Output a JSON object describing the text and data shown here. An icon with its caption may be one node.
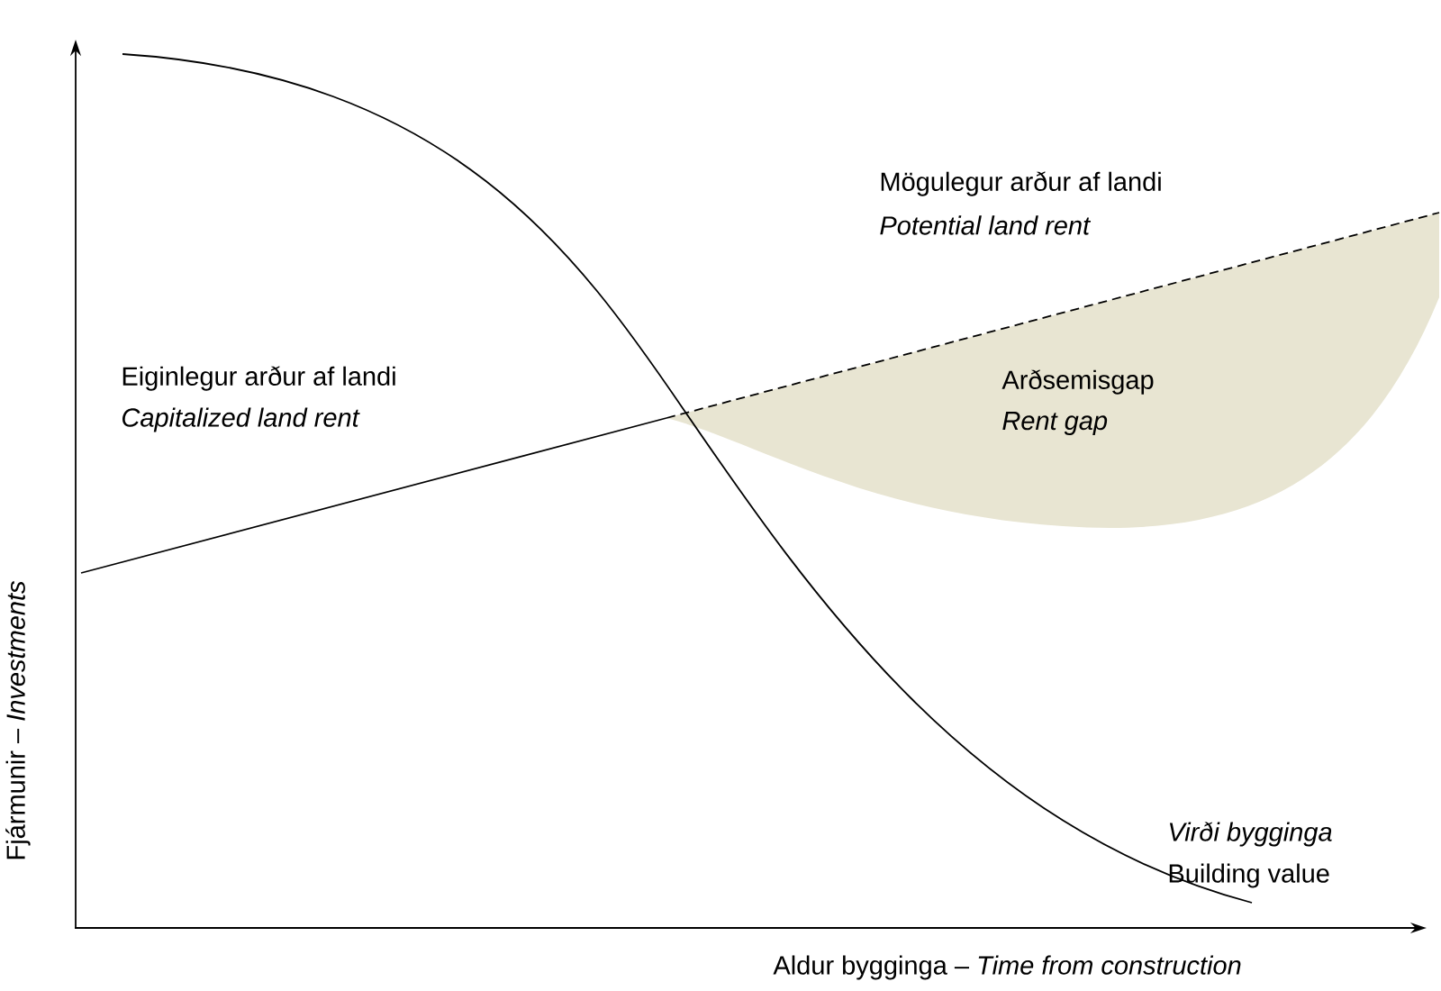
{
  "diagram": {
    "labels": [
      "Mögulegur arður af landi",
      "Potential land rent",
      "Eiginlegur arður af landi",
      "Capitalized land rent",
      "Arðsemisgap",
      "Rent gap",
      "Virði bygginga",
      "Building value",
      "Fjármunir – *Investments*",
      "Aldur bygginga – *Time from construction*"
    ]
  }
}
